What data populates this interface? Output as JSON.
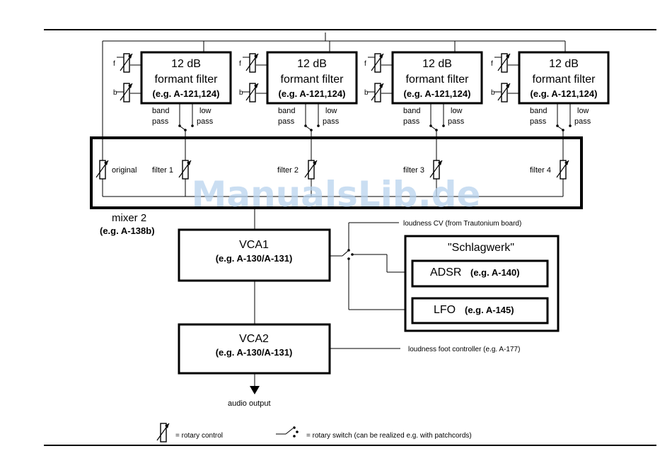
{
  "filters": [
    {
      "title": "12 dB",
      "name": "formant filter",
      "example": "(e.g. A-121,124)",
      "pot_f": "f",
      "pot_b": "b",
      "out_band": [
        "band",
        "pass"
      ],
      "out_low": [
        "low",
        "pass"
      ]
    },
    {
      "title": "12 dB",
      "name": "formant filter",
      "example": "(e.g. A-121,124)",
      "pot_f": "f",
      "pot_b": "b",
      "out_band": [
        "band",
        "pass"
      ],
      "out_low": [
        "low",
        "pass"
      ]
    },
    {
      "title": "12 dB",
      "name": "formant filter",
      "example": "(e.g. A-121,124)",
      "pot_f": "f",
      "pot_b": "b",
      "out_band": [
        "band",
        "pass"
      ],
      "out_low": [
        "low",
        "pass"
      ]
    },
    {
      "title": "12 dB",
      "name": "formant filter",
      "example": "(e.g. A-121,124)",
      "pot_f": "f",
      "pot_b": "b",
      "out_band": [
        "band",
        "pass"
      ],
      "out_low": [
        "low",
        "pass"
      ]
    }
  ],
  "mixer": {
    "channels": [
      "original",
      "filter 1",
      "filter 2",
      "filter 3",
      "filter 4"
    ],
    "name": "mixer 2",
    "example": "(e.g. A-138b)"
  },
  "vca1": {
    "title": "VCA1",
    "example": "(e.g. A-130/A-131)"
  },
  "vca2": {
    "title": "VCA2",
    "example": "(e.g. A-130/A-131)"
  },
  "schlagwerk": {
    "title": "\"Schlagwerk\"",
    "adsr": {
      "name": "ADSR",
      "example": "(e.g. A-140)"
    },
    "lfo": {
      "name": "LFO",
      "example": "(e.g. A-145)"
    }
  },
  "notes": {
    "loudness_cv": "loudness CV (from Trautonium board)",
    "foot_controller": "loudness foot controller (e.g. A-177)",
    "audio_output": "audio output"
  },
  "legend": {
    "rotary_control": "= rotary control",
    "rotary_switch": "= rotary switch (can be realized e.g. with patchcords)"
  },
  "watermark": "ManualsLib.de"
}
